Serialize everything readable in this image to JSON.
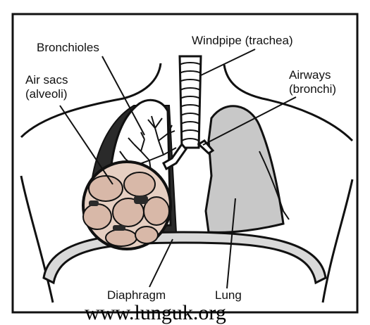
{
  "labels": {
    "bronchioles": "Bronchioles",
    "windpipe": "Windpipe (trachea)",
    "air_sacs_line1": "Air sacs",
    "air_sacs_line2": "(alveoli)",
    "airways_line1": "Airways",
    "airways_line2": "(bronchi)",
    "diaphragm": "Diaphragm",
    "lung": "Lung"
  },
  "watermark": "www.lunguk.org",
  "colors": {
    "outline": "#111111",
    "lung_fill": "#c8c8c8",
    "alveoli_fill": "#e6cfc2",
    "cavity_dark": "#2a2a2a",
    "diaphragm_fill": "#d9d9d9"
  }
}
